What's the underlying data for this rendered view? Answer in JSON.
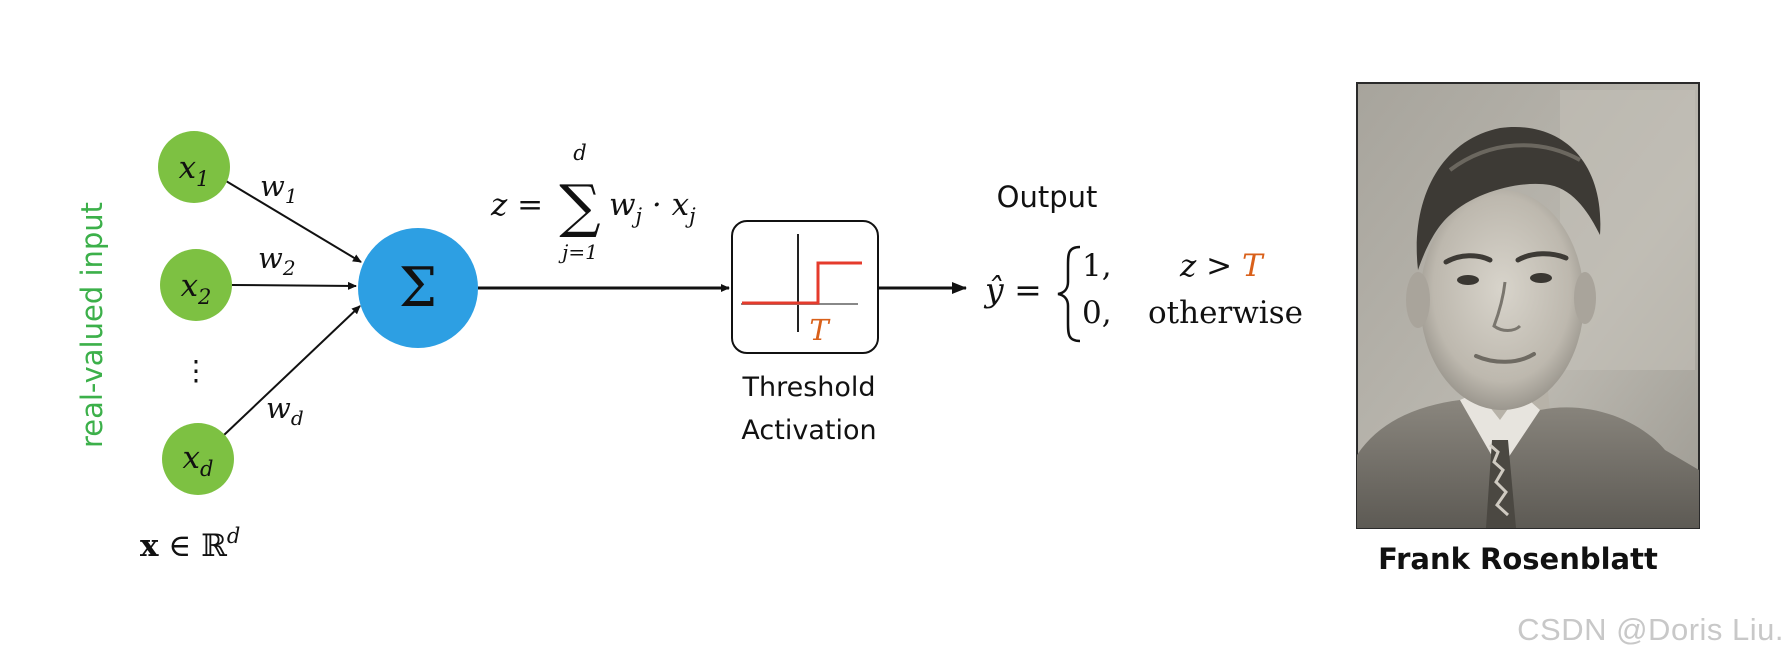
{
  "input_axis_label": "real-valued input",
  "inputs": {
    "nodes": [
      {
        "var": "x",
        "sub": "1"
      },
      {
        "var": "x",
        "sub": "2"
      },
      {
        "var": "x",
        "sub": "d"
      }
    ],
    "ellipsis": "⋮",
    "weights": [
      {
        "var": "w",
        "sub": "1"
      },
      {
        "var": "w",
        "sub": "2"
      },
      {
        "var": "w",
        "sub": "d"
      }
    ],
    "domain_label": {
      "bold_x": "x",
      "in": " ∈ ",
      "reals": "ℝ",
      "sup": "d"
    }
  },
  "summation": {
    "symbol": "Σ"
  },
  "z_formula": {
    "lhs": "z =",
    "sigma": "∑",
    "upper": "d",
    "lower": "j=1",
    "term": "w",
    "term_sub": "j",
    "dot": " · x",
    "dot_sub": "j"
  },
  "threshold": {
    "marker": "T",
    "label_line1": "Threshold",
    "label_line2": "Activation"
  },
  "output": {
    "title": "Output",
    "yhat": "ŷ =",
    "case1_value": "1,",
    "case1_condition": "z >",
    "case1_threshold": "T",
    "case2_value": "0,",
    "case2_condition": "otherwise"
  },
  "portrait": {
    "caption": "Frank Rosenblatt"
  },
  "watermark": "CSDN @Doris Liu.",
  "colors": {
    "input_node": "#7dc142",
    "sum_node": "#2d9fe3",
    "accent": "#d9601a",
    "axis_label": "#3cb04a",
    "step_line": "#e53b2c",
    "text": "#111111"
  }
}
